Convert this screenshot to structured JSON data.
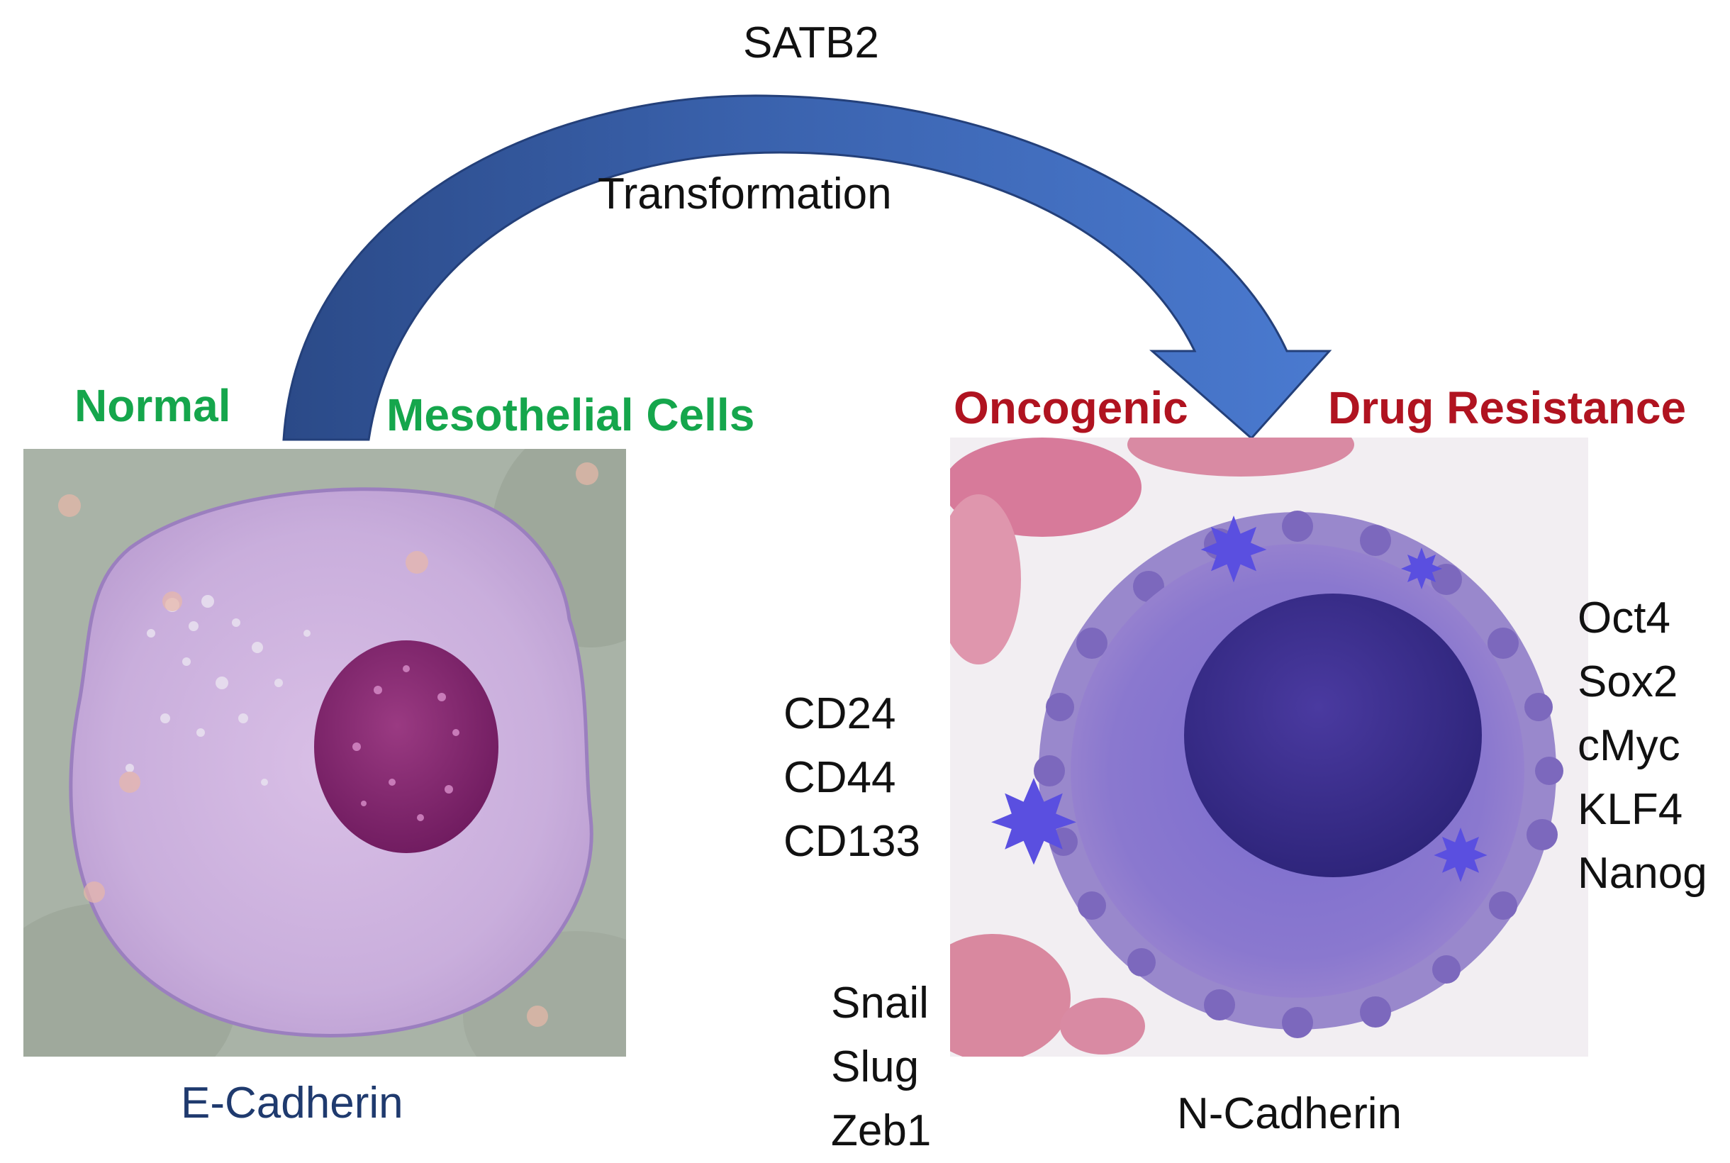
{
  "header": {
    "factor": "SATB2",
    "process": "Transformation"
  },
  "left": {
    "label_left": "Normal",
    "label_right": "Mesothelial Cells",
    "caption": "E-Cadherin"
  },
  "right": {
    "label_left": "Oncogenic",
    "label_right": "Drug Resistance",
    "caption": "N-Cadherin",
    "surface_markers": [
      "CD24",
      "CD44",
      "CD133"
    ],
    "emt_markers": [
      "Snail",
      "Slug",
      "Zeb1"
    ],
    "stemness_markers": [
      "Oct4",
      "Sox2",
      "cMyc",
      "KLF4",
      "Nanog"
    ]
  },
  "colors": {
    "arrow_dark": "#2e4f8f",
    "arrow_light": "#4472c4",
    "normal_label": "#15a64c",
    "cancer_label": "#b01320",
    "e_cadherin": "#1f3a6e",
    "n_cadherin": "#111111"
  }
}
